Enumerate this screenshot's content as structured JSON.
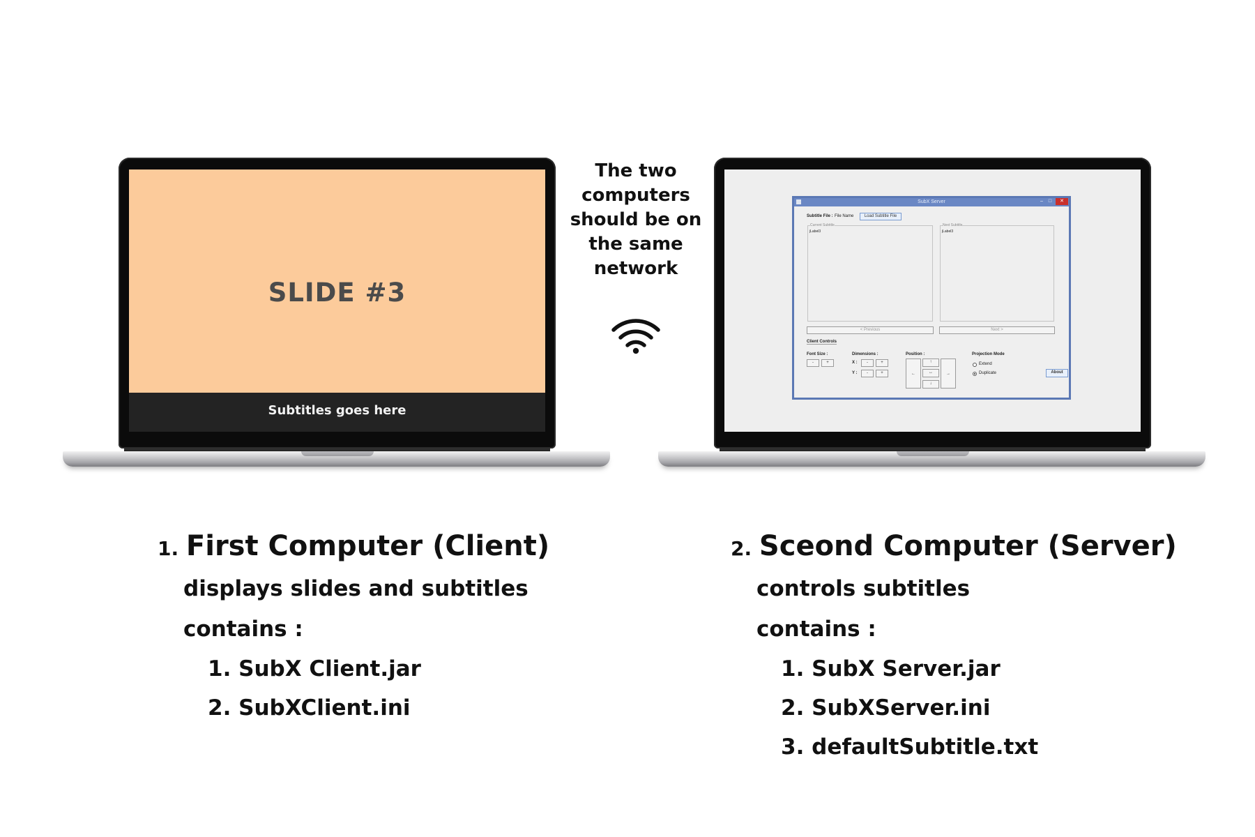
{
  "client": {
    "slide_title": "SLIDE #3",
    "subtitle_text": "Subtitles goes here",
    "colors": {
      "slide": "#fccb9b",
      "subtitle_bar": "#232323"
    }
  },
  "server_window": {
    "title": "SubX Server",
    "subtitle_file_label": "Subtitle File :",
    "file_name": "File Name",
    "load_button": "Load Subtitle File",
    "current_panel_title": "Current Subtitle",
    "current_text": "jLabel3",
    "next_panel_title": "Next Subtitle",
    "next_text": "jLabel3",
    "previous_button": "< Previous",
    "next_button": "Next >",
    "client_controls": "Client Controls",
    "font_size_label": "Font Size :",
    "minus": "-",
    "plus": "+",
    "dimensions_label": "Dimensions :",
    "x_label": "X :",
    "y_label": "Y :",
    "position_label": "Position :",
    "arrow_up": "↑",
    "arrow_down": "↓",
    "arrow_left": "←",
    "arrow_right": "→",
    "arrow_center": "↔",
    "projection_label": "Projection Mode",
    "extend": "Extend",
    "duplicate": "Duplicate",
    "about_button": "About",
    "minimize": "–",
    "maximize": "□",
    "close": "✕"
  },
  "network_note": {
    "lines": [
      "The two",
      "computers",
      "should be on",
      "the same",
      "network"
    ],
    "icon": "wifi-icon"
  },
  "left_list": {
    "number": "1.",
    "heading": "First Computer (Client)",
    "description": "displays slides and subtitles",
    "contains_label": "contains :",
    "items": [
      "1. SubX Client.jar",
      "2. SubXClient.ini"
    ]
  },
  "right_list": {
    "number": "2.",
    "heading": "Sceond Computer (Server)",
    "description": "controls subtitles",
    "contains_label": "contains :",
    "items": [
      "1. SubX Server.jar",
      "2. SubXServer.ini",
      "3. defaultSubtitle.txt"
    ]
  }
}
